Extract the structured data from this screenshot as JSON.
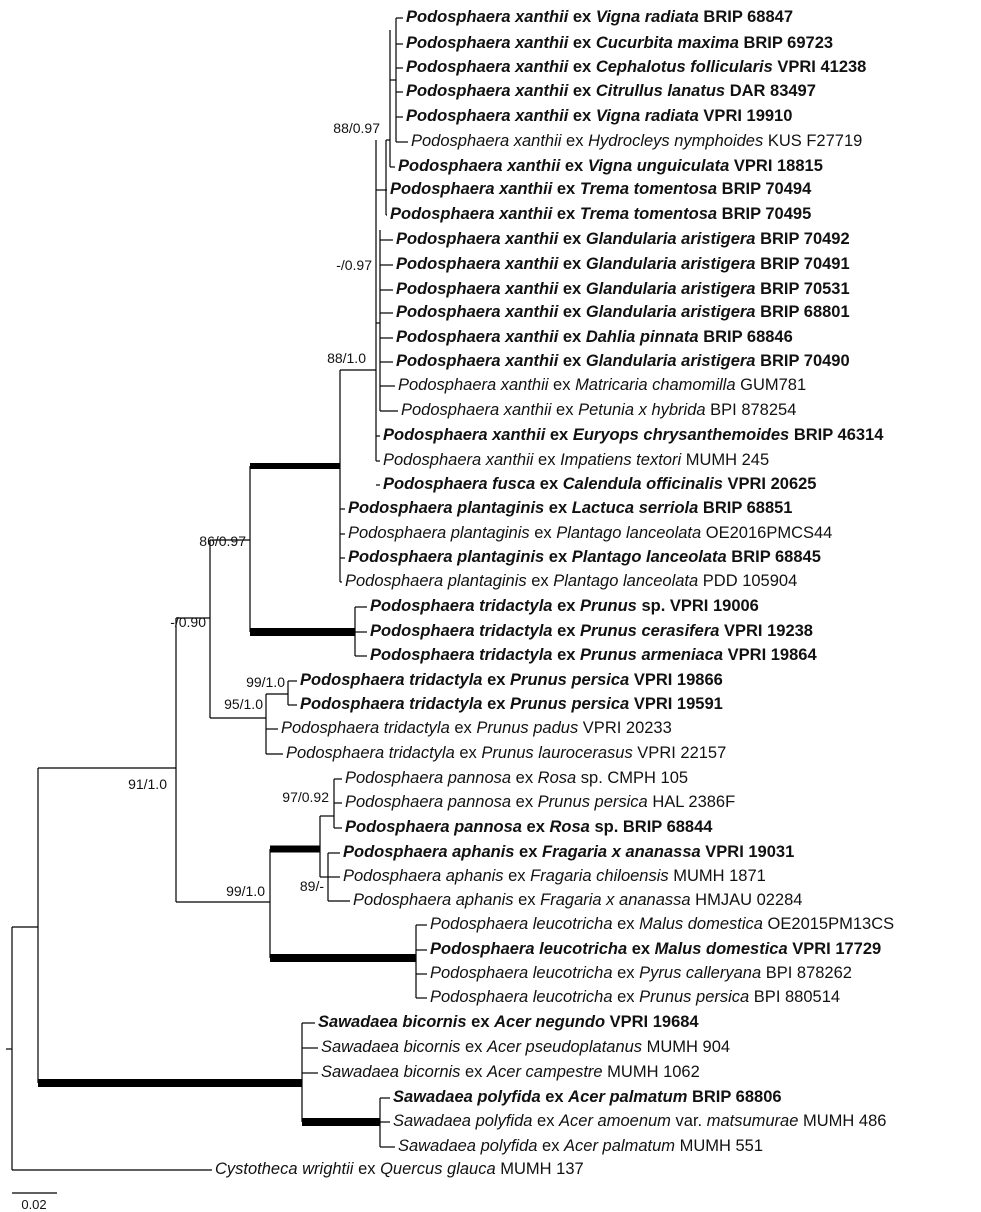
{
  "tips": [
    {
      "segments": [
        {
          "text": "Podosphaera xanthii",
          "i": true
        },
        {
          "text": " ex "
        },
        {
          "text": "Vigna radiata",
          "i": true
        },
        {
          "text": " BRIP 68847"
        }
      ],
      "bold": true
    },
    {
      "segments": [
        {
          "text": "Podosphaera xanthii",
          "i": true
        },
        {
          "text": " ex "
        },
        {
          "text": "Cucurbita maxima",
          "i": true
        },
        {
          "text": " BRIP 69723"
        }
      ],
      "bold": true
    },
    {
      "segments": [
        {
          "text": "Podosphaera xanthii",
          "i": true
        },
        {
          "text": " ex "
        },
        {
          "text": "Cephalotus follicularis",
          "i": true
        },
        {
          "text": " VPRI 41238"
        }
      ],
      "bold": true
    },
    {
      "segments": [
        {
          "text": "Podosphaera xanthii",
          "i": true
        },
        {
          "text": " ex "
        },
        {
          "text": "Citrullus lanatus",
          "i": true
        },
        {
          "text": " DAR 83497"
        }
      ],
      "bold": true
    },
    {
      "segments": [
        {
          "text": "Podosphaera xanthii",
          "i": true
        },
        {
          "text": " ex "
        },
        {
          "text": "Vigna radiata",
          "i": true
        },
        {
          "text": " VPRI 19910"
        }
      ],
      "bold": true
    },
    {
      "segments": [
        {
          "text": "Podosphaera xanthii",
          "i": true
        },
        {
          "text": " ex "
        },
        {
          "text": "Hydrocleys nymphoides",
          "i": true
        },
        {
          "text": " KUS F27719"
        }
      ],
      "bold": false
    },
    {
      "segments": [
        {
          "text": "Podosphaera xanthii",
          "i": true
        },
        {
          "text": " ex "
        },
        {
          "text": "Vigna unguiculata",
          "i": true
        },
        {
          "text": " VPRI 18815"
        }
      ],
      "bold": true
    },
    {
      "segments": [
        {
          "text": "Podosphaera xanthii",
          "i": true
        },
        {
          "text": " ex "
        },
        {
          "text": "Trema tomentosa",
          "i": true
        },
        {
          "text": " BRIP 70494"
        }
      ],
      "bold": true
    },
    {
      "segments": [
        {
          "text": "Podosphaera xanthii",
          "i": true
        },
        {
          "text": " ex "
        },
        {
          "text": "Trema tomentosa",
          "i": true
        },
        {
          "text": " BRIP 70495"
        }
      ],
      "bold": true
    },
    {
      "segments": [
        {
          "text": "Podosphaera xanthii",
          "i": true
        },
        {
          "text": " ex "
        },
        {
          "text": "Glandularia aristigera",
          "i": true
        },
        {
          "text": " BRIP 70492"
        }
      ],
      "bold": true
    },
    {
      "segments": [
        {
          "text": "Podosphaera xanthii",
          "i": true
        },
        {
          "text": " ex "
        },
        {
          "text": "Glandularia aristigera",
          "i": true
        },
        {
          "text": " BRIP 70491"
        }
      ],
      "bold": true
    },
    {
      "segments": [
        {
          "text": "Podosphaera xanthii",
          "i": true
        },
        {
          "text": " ex "
        },
        {
          "text": "Glandularia aristigera",
          "i": true
        },
        {
          "text": " BRIP 70531"
        }
      ],
      "bold": true
    },
    {
      "segments": [
        {
          "text": "Podosphaera xanthii",
          "i": true
        },
        {
          "text": " ex "
        },
        {
          "text": "Glandularia aristigera",
          "i": true
        },
        {
          "text": " BRIP 68801"
        }
      ],
      "bold": true
    },
    {
      "segments": [
        {
          "text": "Podosphaera xanthii",
          "i": true
        },
        {
          "text": " ex "
        },
        {
          "text": "Dahlia pinnata",
          "i": true
        },
        {
          "text": " BRIP 68846"
        }
      ],
      "bold": true
    },
    {
      "segments": [
        {
          "text": "Podosphaera xanthii",
          "i": true
        },
        {
          "text": " ex "
        },
        {
          "text": "Glandularia aristigera",
          "i": true
        },
        {
          "text": " BRIP 70490"
        }
      ],
      "bold": true
    },
    {
      "segments": [
        {
          "text": "Podosphaera xanthii",
          "i": true
        },
        {
          "text": " ex "
        },
        {
          "text": "Matricaria chamomilla",
          "i": true
        },
        {
          "text": " GUM781"
        }
      ],
      "bold": false
    },
    {
      "segments": [
        {
          "text": "Podosphaera xanthii",
          "i": true
        },
        {
          "text": " ex "
        },
        {
          "text": "Petunia x hybrida",
          "i": true
        },
        {
          "text": " BPI 878254"
        }
      ],
      "bold": false
    },
    {
      "segments": [
        {
          "text": "Podosphaera xanthii",
          "i": true
        },
        {
          "text": " ex "
        },
        {
          "text": "Euryops chrysanthemoides",
          "i": true
        },
        {
          "text": " BRIP 46314"
        }
      ],
      "bold": true
    },
    {
      "segments": [
        {
          "text": "Podosphaera xanthii",
          "i": true
        },
        {
          "text": " ex "
        },
        {
          "text": "Impatiens textori",
          "i": true
        },
        {
          "text": " MUMH 245"
        }
      ],
      "bold": false
    },
    {
      "segments": [
        {
          "text": "Podosphaera fusca",
          "i": true
        },
        {
          "text": " ex "
        },
        {
          "text": "Calendula officinalis",
          "i": true
        },
        {
          "text": " VPRI 20625"
        }
      ],
      "bold": true
    },
    {
      "segments": [
        {
          "text": "Podosphaera plantaginis",
          "i": true
        },
        {
          "text": " ex "
        },
        {
          "text": "Lactuca serriola",
          "i": true
        },
        {
          "text": " BRIP 68851"
        }
      ],
      "bold": true
    },
    {
      "segments": [
        {
          "text": "Podosphaera plantaginis",
          "i": true
        },
        {
          "text": " ex "
        },
        {
          "text": "Plantago lanceolata",
          "i": true
        },
        {
          "text": " OE2016PMCS44"
        }
      ],
      "bold": false
    },
    {
      "segments": [
        {
          "text": "Podosphaera plantaginis",
          "i": true
        },
        {
          "text": " ex "
        },
        {
          "text": "Plantago lanceolata",
          "i": true
        },
        {
          "text": " BRIP 68845"
        }
      ],
      "bold": true
    },
    {
      "segments": [
        {
          "text": "Podosphaera plantaginis",
          "i": true
        },
        {
          "text": " ex "
        },
        {
          "text": "Plantago lanceolata",
          "i": true
        },
        {
          "text": " PDD 105904"
        }
      ],
      "bold": false
    },
    {
      "segments": [
        {
          "text": "Podosphaera tridactyla",
          "i": true
        },
        {
          "text": " ex "
        },
        {
          "text": "Prunus",
          "i": true
        },
        {
          "text": " sp. VPRI 19006"
        }
      ],
      "bold": true
    },
    {
      "segments": [
        {
          "text": "Podosphaera tridactyla",
          "i": true
        },
        {
          "text": " ex "
        },
        {
          "text": "Prunus cerasifera",
          "i": true
        },
        {
          "text": " VPRI 19238"
        }
      ],
      "bold": true
    },
    {
      "segments": [
        {
          "text": "Podosphaera tridactyla",
          "i": true
        },
        {
          "text": " ex "
        },
        {
          "text": "Prunus armeniaca",
          "i": true
        },
        {
          "text": " VPRI 19864"
        }
      ],
      "bold": true
    },
    {
      "segments": [
        {
          "text": "Podosphaera tridactyla",
          "i": true
        },
        {
          "text": " ex "
        },
        {
          "text": "Prunus persica",
          "i": true
        },
        {
          "text": " VPRI 19866"
        }
      ],
      "bold": true
    },
    {
      "segments": [
        {
          "text": "Podosphaera tridactyla",
          "i": true
        },
        {
          "text": " ex "
        },
        {
          "text": "Prunus persica",
          "i": true
        },
        {
          "text": " VPRI 19591"
        }
      ],
      "bold": true
    },
    {
      "segments": [
        {
          "text": "Podosphaera tridactyla",
          "i": true
        },
        {
          "text": " ex "
        },
        {
          "text": "Prunus padus",
          "i": true
        },
        {
          "text": " VPRI 20233"
        }
      ],
      "bold": false
    },
    {
      "segments": [
        {
          "text": "Podosphaera tridactyla",
          "i": true
        },
        {
          "text": " ex "
        },
        {
          "text": "Prunus laurocerasus",
          "i": true
        },
        {
          "text": " VPRI 22157"
        }
      ],
      "bold": false
    },
    {
      "segments": [
        {
          "text": "Podosphaera pannosa",
          "i": true
        },
        {
          "text": " ex "
        },
        {
          "text": "Rosa",
          "i": true
        },
        {
          "text": " sp. CMPH 105"
        }
      ],
      "bold": false
    },
    {
      "segments": [
        {
          "text": "Podosphaera pannosa",
          "i": true
        },
        {
          "text": " ex "
        },
        {
          "text": "Prunus persica",
          "i": true
        },
        {
          "text": " HAL 2386F"
        }
      ],
      "bold": false
    },
    {
      "segments": [
        {
          "text": "Podosphaera pannosa",
          "i": true
        },
        {
          "text": " ex "
        },
        {
          "text": "Rosa",
          "i": true
        },
        {
          "text": " sp. BRIP 68844"
        }
      ],
      "bold": true
    },
    {
      "segments": [
        {
          "text": "Podosphaera aphanis",
          "i": true
        },
        {
          "text": " ex "
        },
        {
          "text": "Fragaria x ananassa",
          "i": true
        },
        {
          "text": " VPRI 19031"
        }
      ],
      "bold": true
    },
    {
      "segments": [
        {
          "text": "Podosphaera aphanis",
          "i": true
        },
        {
          "text": " ex "
        },
        {
          "text": "Fragaria chiloensis",
          "i": true
        },
        {
          "text": " MUMH 1871"
        }
      ],
      "bold": false
    },
    {
      "segments": [
        {
          "text": "Podosphaera aphanis",
          "i": true
        },
        {
          "text": " ex "
        },
        {
          "text": "Fragaria x ananassa",
          "i": true
        },
        {
          "text": " HMJAU 02284"
        }
      ],
      "bold": false
    },
    {
      "segments": [
        {
          "text": "Podosphaera leucotricha",
          "i": true
        },
        {
          "text": " ex "
        },
        {
          "text": "Malus domestica",
          "i": true
        },
        {
          "text": " OE2015PM13CS"
        }
      ],
      "bold": false
    },
    {
      "segments": [
        {
          "text": "Podosphaera leucotricha",
          "i": true
        },
        {
          "text": " ex "
        },
        {
          "text": "Malus domestica",
          "i": true
        },
        {
          "text": " VPRI 17729"
        }
      ],
      "bold": true
    },
    {
      "segments": [
        {
          "text": "Podosphaera leucotricha",
          "i": true
        },
        {
          "text": " ex "
        },
        {
          "text": "Pyrus calleryana",
          "i": true
        },
        {
          "text": " BPI 878262"
        }
      ],
      "bold": false
    },
    {
      "segments": [
        {
          "text": "Podosphaera leucotricha",
          "i": true
        },
        {
          "text": " ex "
        },
        {
          "text": "Prunus persica",
          "i": true
        },
        {
          "text": " BPI 880514"
        }
      ],
      "bold": false
    },
    {
      "segments": [
        {
          "text": "Sawadaea bicornis",
          "i": true
        },
        {
          "text": " ex "
        },
        {
          "text": "Acer negundo",
          "i": true
        },
        {
          "text": " VPRI 19684"
        }
      ],
      "bold": true
    },
    {
      "segments": [
        {
          "text": "Sawadaea bicornis",
          "i": true
        },
        {
          "text": " ex "
        },
        {
          "text": "Acer pseudoplatanus",
          "i": true
        },
        {
          "text": " MUMH 904"
        }
      ],
      "bold": false
    },
    {
      "segments": [
        {
          "text": "Sawadaea bicornis",
          "i": true
        },
        {
          "text": " ex "
        },
        {
          "text": "Acer campestre",
          "i": true
        },
        {
          "text": " MUMH 1062"
        }
      ],
      "bold": false
    },
    {
      "segments": [
        {
          "text": "Sawadaea polyfida",
          "i": true
        },
        {
          "text": " ex "
        },
        {
          "text": "Acer palmatum",
          "i": true
        },
        {
          "text": " BRIP 68806"
        }
      ],
      "bold": true
    },
    {
      "segments": [
        {
          "text": "Sawadaea polyfida",
          "i": true
        },
        {
          "text": " ex "
        },
        {
          "text": "Acer amoenum",
          "i": true
        },
        {
          "text": " var. "
        },
        {
          "text": "matsumurae",
          "i": true
        },
        {
          "text": " MUMH 486"
        }
      ],
      "bold": false
    },
    {
      "segments": [
        {
          "text": "Sawadaea polyfida",
          "i": true
        },
        {
          "text": " ex "
        },
        {
          "text": "Acer palmatum",
          "i": true
        },
        {
          "text": " MUMH 551"
        }
      ],
      "bold": false
    },
    {
      "segments": [
        {
          "text": "Cystotheca wrightii",
          "i": true
        },
        {
          "text": " ex "
        },
        {
          "text": "Quercus glauca",
          "i": true
        },
        {
          "text": " MUMH 137"
        }
      ],
      "bold": false
    }
  ],
  "support_values": [
    "88/0.97",
    "-/0.97",
    "88/1.0",
    "86/0.97",
    "-/0.90",
    "99/1.0",
    "95/1.0",
    "91/1.0",
    "97/0.92",
    "89/-",
    "99/1.0"
  ],
  "scale_bar": {
    "label": "0.02"
  },
  "colors": {
    "line": "#000000",
    "text": "#111111"
  }
}
